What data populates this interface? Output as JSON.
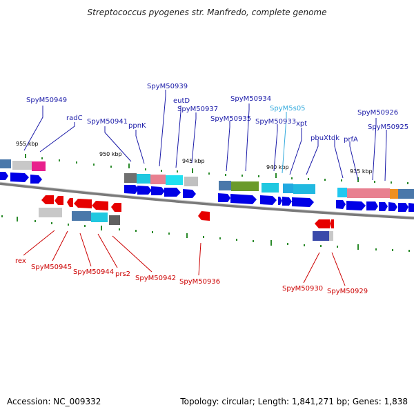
{
  "title": "Streptococcus pyogenes str. Manfredo, complete genome",
  "footer": {
    "accession": "Accession: NC_009332",
    "summary": "Topology: circular; Length: 1,841,271 bp; Genes: 1,838"
  },
  "colors": {
    "forward_gene": "#0000e6",
    "reverse_gene": "#e60000",
    "label_forward": "#1a1aa8",
    "label_reverse": "#cc0000",
    "label_rna": "#33aadd",
    "backbone": "#7a7a7a",
    "tick": "#2a8a2a"
  },
  "scale_labels": [
    "955 kbp",
    "950 kbp",
    "945 kbp",
    "940 kbp",
    "935 kbp"
  ],
  "forward_labels": [
    "SpyM50949",
    "radC",
    "SpyM50941",
    "ppnK",
    "SpyM50939",
    "eutD",
    "SpyM50937",
    "SpyM50935",
    "SpyM50934",
    "SpyM5s05",
    "SpyM50933",
    "xpt",
    "pbuX",
    "tdk",
    "prfA",
    "SpyM50926",
    "SpyM50925"
  ],
  "reverse_labels": [
    "rex",
    "SpyM50945",
    "SpyM50944",
    "prs2",
    "SpyM50942",
    "SpyM50936",
    "SpyM50930",
    "SpyM50929"
  ]
}
